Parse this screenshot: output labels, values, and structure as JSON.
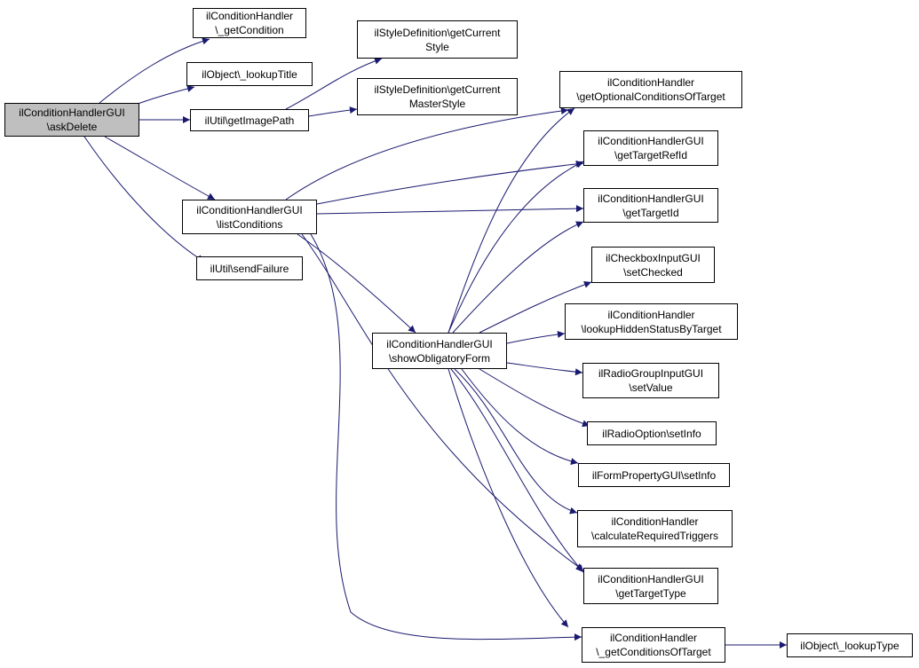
{
  "graph": {
    "edge_color": "#191970",
    "root_fill": "#bfbfbf",
    "nodes": [
      {
        "id": "askDelete",
        "lines": [
          "ilConditionHandlerGUI",
          "\\askDelete"
        ],
        "root": true
      },
      {
        "id": "getCondition",
        "lines": [
          "ilConditionHandler",
          "\\_getCondition"
        ]
      },
      {
        "id": "lookupTitle",
        "lines": [
          "ilObject\\_lookupTitle"
        ]
      },
      {
        "id": "getImagePath",
        "lines": [
          "ilUtil\\getImagePath"
        ]
      },
      {
        "id": "listConditions",
        "lines": [
          "ilConditionHandlerGUI",
          "\\listConditions"
        ]
      },
      {
        "id": "sendFailure",
        "lines": [
          "ilUtil\\sendFailure"
        ]
      },
      {
        "id": "getCurrentStyle",
        "lines": [
          "ilStyleDefinition\\getCurrent",
          "Style"
        ]
      },
      {
        "id": "getCurrentMasterStyle",
        "lines": [
          "ilStyleDefinition\\getCurrent",
          "MasterStyle"
        ]
      },
      {
        "id": "showObligatoryForm",
        "lines": [
          "ilConditionHandlerGUI",
          "\\showObligatoryForm"
        ]
      },
      {
        "id": "getOptionalConditionsOfTarget",
        "lines": [
          "ilConditionHandler",
          "\\getOptionalConditionsOfTarget"
        ]
      },
      {
        "id": "getTargetRefId",
        "lines": [
          "ilConditionHandlerGUI",
          "\\getTargetRefId"
        ]
      },
      {
        "id": "getTargetId",
        "lines": [
          "ilConditionHandlerGUI",
          "\\getTargetId"
        ]
      },
      {
        "id": "setChecked",
        "lines": [
          "ilCheckboxInputGUI",
          "\\setChecked"
        ]
      },
      {
        "id": "lookupHiddenStatusByTarget",
        "lines": [
          "ilConditionHandler",
          "\\lookupHiddenStatusByTarget"
        ]
      },
      {
        "id": "setValue",
        "lines": [
          "ilRadioGroupInputGUI",
          "\\setValue"
        ]
      },
      {
        "id": "radioSetInfo",
        "lines": [
          "ilRadioOption\\setInfo"
        ]
      },
      {
        "id": "formSetInfo",
        "lines": [
          "ilFormPropertyGUI\\setInfo"
        ]
      },
      {
        "id": "calculateRequiredTriggers",
        "lines": [
          "ilConditionHandler",
          "\\calculateRequiredTriggers"
        ]
      },
      {
        "id": "getTargetType",
        "lines": [
          "ilConditionHandlerGUI",
          "\\getTargetType"
        ]
      },
      {
        "id": "getConditionsOfTarget",
        "lines": [
          "ilConditionHandler",
          "\\_getConditionsOfTarget"
        ]
      },
      {
        "id": "lookupType",
        "lines": [
          "ilObject\\_lookupType"
        ]
      }
    ]
  }
}
